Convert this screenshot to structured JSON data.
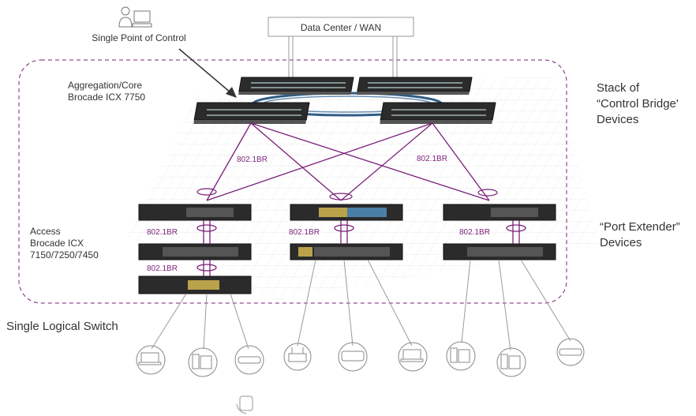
{
  "labels": {
    "control_point": "Single Point of Control",
    "datacenter": "Data Center / WAN",
    "agg_line1": "Aggregation/Core",
    "agg_line2": "Brocade ICX 7750",
    "stack_line1": "Stack of",
    "stack_line2": "“Control Bridge'",
    "stack_line3": "Devices",
    "access_line1": "Access",
    "access_line2": "Brocade ICX",
    "access_line3": "7150/7250/7450",
    "pe_line1": "“Port Extender”",
    "pe_line2": "Devices",
    "single_switch": "Single Logical Switch",
    "link_label": "802.1BR"
  },
  "colors": {
    "link_purple": "#7a1f7a",
    "stack_ring": "#2f5d86",
    "switch_body": "#2b2b2b",
    "dash_border": "#7a1f7a",
    "uplink_gray": "#9a9a9a"
  },
  "icons": {
    "admin": "admin-person-computer-icon",
    "endpoints": [
      "laptop-icon",
      "ip-phone-icon",
      "wireless-ap-icon",
      "wireless-ap-icon",
      "printer-icon",
      "laptop-icon",
      "ip-phone-icon",
      "ip-phone-icon",
      "wireless-ap-icon"
    ],
    "bottom": "hand-device-icon"
  }
}
